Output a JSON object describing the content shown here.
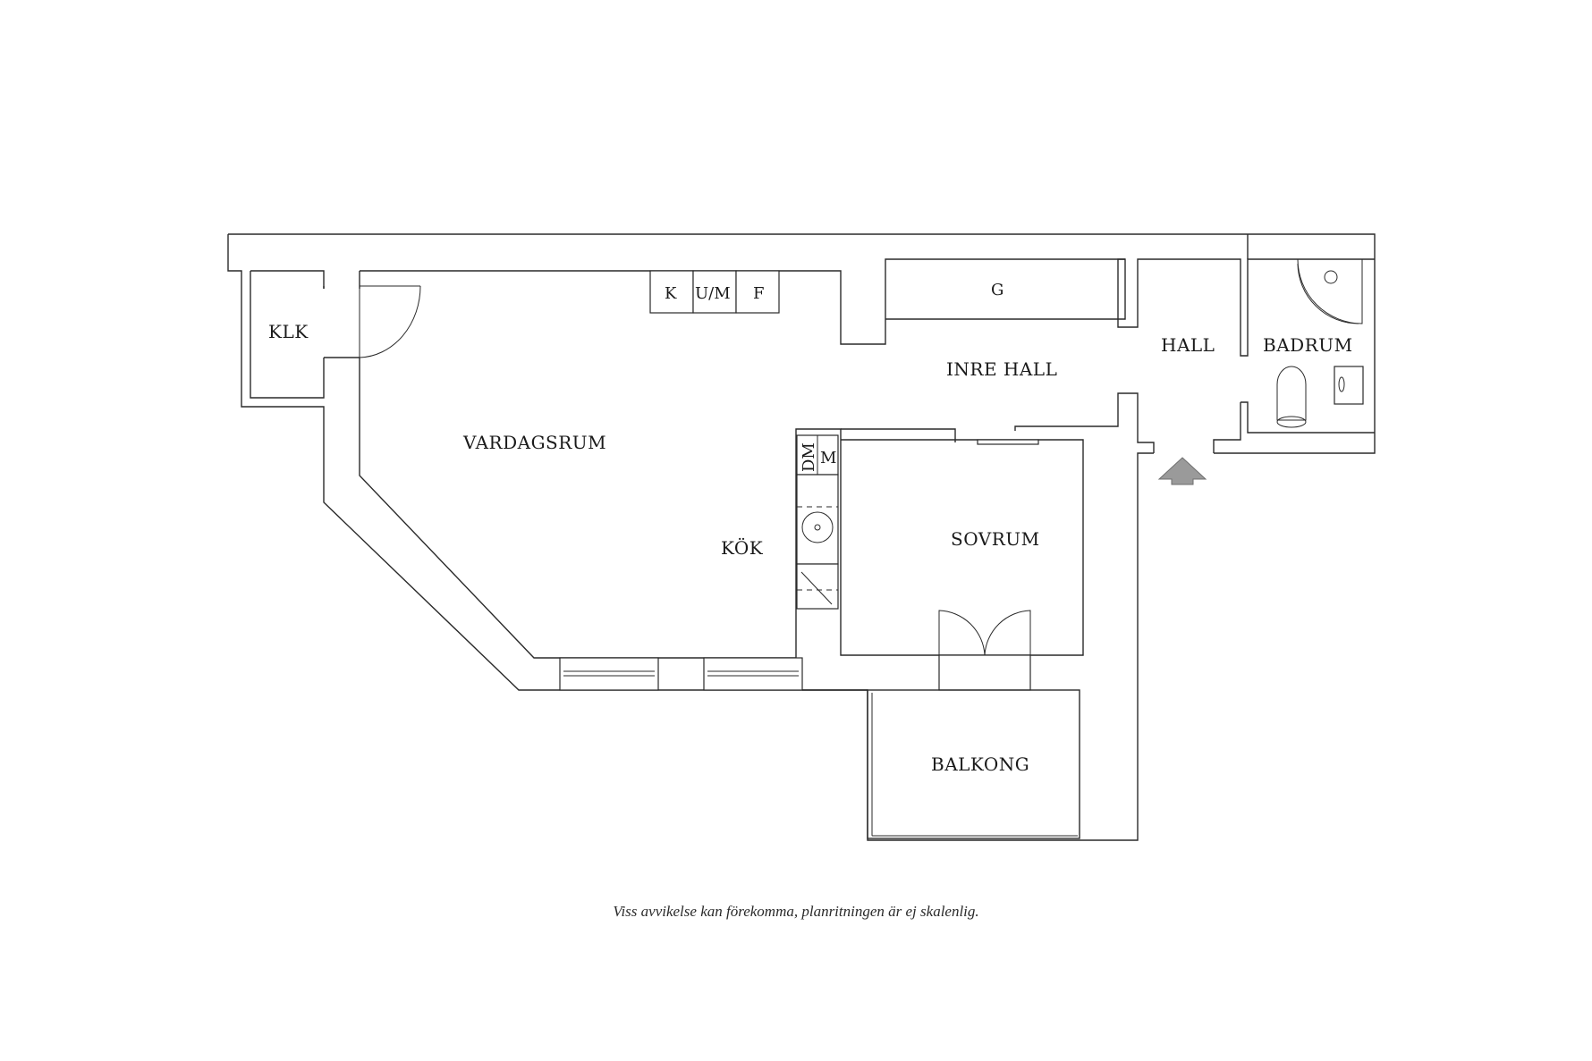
{
  "rooms": {
    "klk": "KLK",
    "vardagsrum": "VARDAGSRUM",
    "kok": "KÖK",
    "inre_hall": "INRE HALL",
    "hall": "HALL",
    "badrum": "BADRUM",
    "sovrum": "SOVRUM",
    "balkong": "BALKONG"
  },
  "fixtures": {
    "k": "K",
    "um": "U/M",
    "f": "F",
    "g": "G",
    "dm": "DM",
    "m": "M"
  },
  "disclaimer": "Viss avvikelse kan förekomma, planritningen är ej skalenlig."
}
